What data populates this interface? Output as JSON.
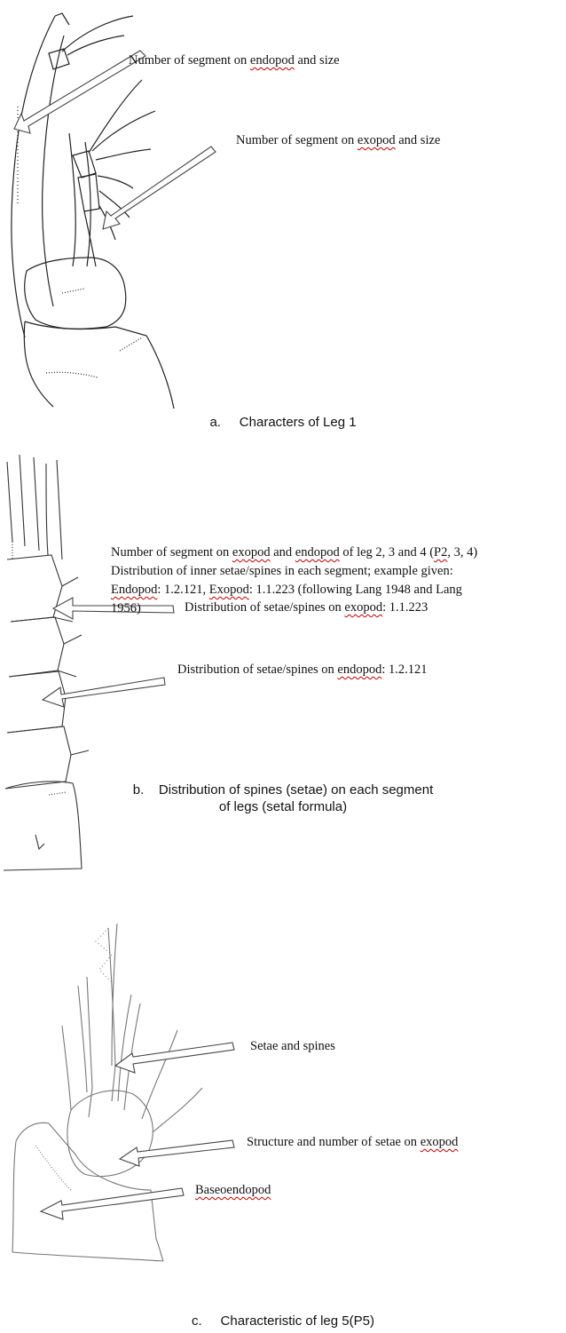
{
  "panel_a": {
    "label_endopod_pre": "Number of segment on ",
    "label_endopod_word": "endopod",
    "label_endopod_post": " and size",
    "label_exopod_pre": "Number of segment on ",
    "label_exopod_word": "exopod",
    "label_exopod_post": " and size",
    "caption": "a.     Characters of Leg 1"
  },
  "panel_b": {
    "para_line1_pre": "Number of segment on ",
    "para_line1_w1": "exopod",
    "para_line1_mid": " and ",
    "para_line1_w2": "endopod",
    "para_line1_post_a": " of leg 2, 3 and 4 (",
    "para_line1_w3": "P2",
    "para_line1_post_b": ", 3, 4)",
    "para_line2": "Distribution of inner setae/spines in each segment; example given:",
    "para_line3_w1": "Endopod",
    "para_line3_mid": ": 1.2.121, ",
    "para_line3_w2": "Exopod",
    "para_line3_post": ": 1.1.223 (following Lang 1948 and Lang",
    "para_line4": "1956)",
    "label_exopod_pre": "Distribution of setae/spines on ",
    "label_exopod_word": "exopod",
    "label_exopod_post": ": 1.1.223",
    "label_endopod_pre": "Distribution of setae/spines on ",
    "label_endopod_word": "endopod",
    "label_endopod_post": ": 1.2.121",
    "caption_line1": "b.    Distribution of spines (setae) on each segment",
    "caption_line2": "of legs (setal formula)"
  },
  "panel_c": {
    "label_setae": "Setae and spines",
    "label_structure_pre": "Structure and number of setae on ",
    "label_structure_word": "exopod",
    "label_baseo": "Baseoendopod",
    "caption": "c.     Characteristic of leg 5(P5)"
  }
}
